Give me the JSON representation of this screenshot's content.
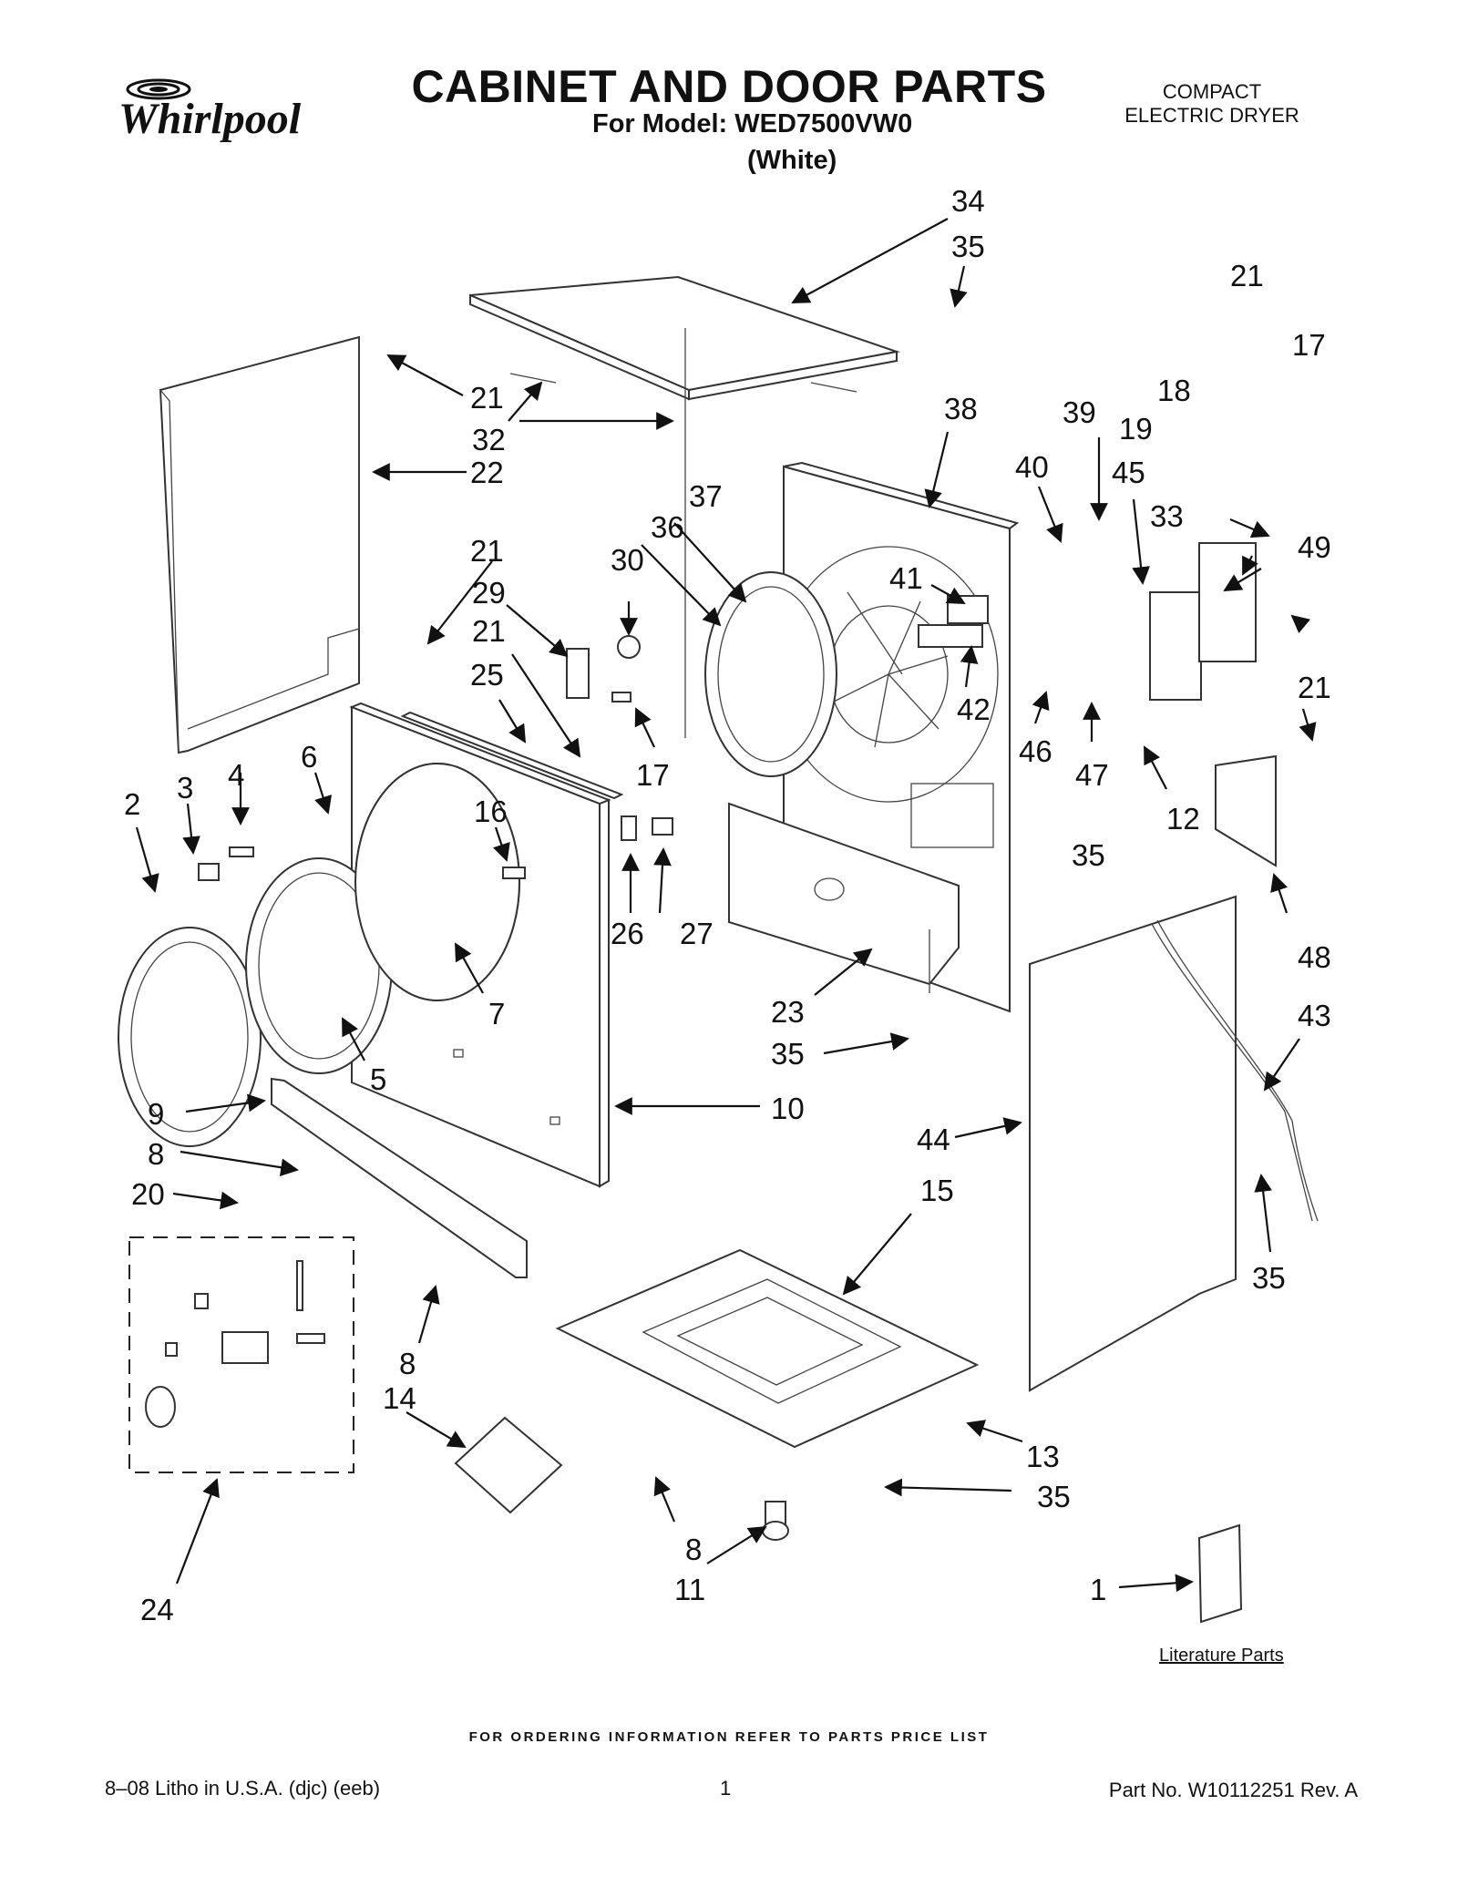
{
  "brand": {
    "name": "Whirlpool"
  },
  "header": {
    "title": "CABINET AND DOOR PARTS",
    "model_line": "For Model: WED7500VW0",
    "color_line": "(White)",
    "product_type_line1": "COMPACT",
    "product_type_line2": "ELECTRIC DRYER"
  },
  "callouts": [
    "34",
    "35",
    "21",
    "17",
    "18",
    "19",
    "21",
    "32",
    "38",
    "39",
    "40",
    "45",
    "33",
    "49",
    "22",
    "37",
    "36",
    "30",
    "41",
    "21",
    "29",
    "21",
    "42",
    "21",
    "25",
    "17",
    "46",
    "47",
    "12",
    "6",
    "4",
    "3",
    "2",
    "16",
    "35",
    "48",
    "26",
    "27",
    "7",
    "23",
    "43",
    "35",
    "5",
    "9",
    "10",
    "44",
    "8",
    "20",
    "15",
    "35",
    "8",
    "14",
    "13",
    "35",
    "8",
    "11",
    "24",
    "1"
  ],
  "literature_label": "Literature Parts",
  "footer": {
    "ordering_info": "FOR ORDERING INFORMATION REFER TO PARTS PRICE LIST",
    "litho": "8–08 Litho in U.S.A. (djc) (eeb)",
    "page_number": "1",
    "part_number": "Part No. W10112251 Rev. A"
  },
  "colors": {
    "ink": "#111111",
    "background": "#ffffff"
  }
}
